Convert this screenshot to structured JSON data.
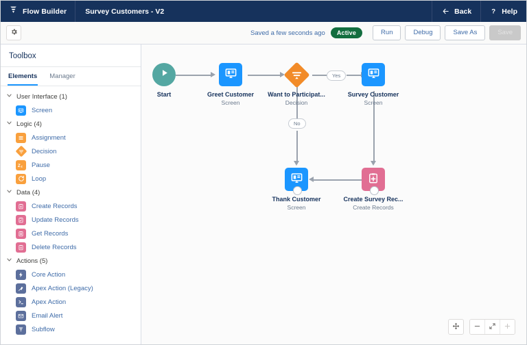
{
  "header": {
    "brand": "Flow Builder",
    "brand_icon": "flow-logo-icon",
    "flow_title": "Survey Customers - V2",
    "back_label": "Back",
    "back_icon": "arrow-left-icon",
    "help_label": "Help",
    "help_icon": "question-mark-icon",
    "bg_color": "#16325c"
  },
  "toolbar": {
    "settings_icon": "gear-icon",
    "saved_status": "Saved a few seconds ago",
    "status_badge": "Active",
    "status_badge_color": "#136e3f",
    "run_label": "Run",
    "debug_label": "Debug",
    "save_as_label": "Save As",
    "save_label": "Save",
    "save_disabled": true
  },
  "toolbox": {
    "title": "Toolbox",
    "tabs": [
      {
        "label": "Elements",
        "active": true
      },
      {
        "label": "Manager",
        "active": false
      }
    ],
    "sections": [
      {
        "title": "User Interface (1)",
        "items": [
          {
            "label": "Screen",
            "icon": "screen-icon",
            "color": "#1b96ff"
          }
        ]
      },
      {
        "title": "Logic (4)",
        "items": [
          {
            "label": "Assignment",
            "icon": "assignment-icon",
            "color": "#f9a03d"
          },
          {
            "label": "Decision",
            "icon": "decision-icon",
            "color": "#f9a03d"
          },
          {
            "label": "Pause",
            "icon": "pause-icon",
            "color": "#f9a03d"
          },
          {
            "label": "Loop",
            "icon": "loop-icon",
            "color": "#f9a03d"
          }
        ]
      },
      {
        "title": "Data (4)",
        "items": [
          {
            "label": "Create Records",
            "icon": "create-records-icon",
            "color": "#e16e93"
          },
          {
            "label": "Update Records",
            "icon": "update-records-icon",
            "color": "#e16e93"
          },
          {
            "label": "Get Records",
            "icon": "get-records-icon",
            "color": "#e16e93"
          },
          {
            "label": "Delete Records",
            "icon": "delete-records-icon",
            "color": "#e16e93"
          }
        ]
      },
      {
        "title": "Actions (5)",
        "items": [
          {
            "label": "Core Action",
            "icon": "lightning-bolt-icon",
            "color": "#5c6f9c"
          },
          {
            "label": "Apex Action (Legacy)",
            "icon": "apex-legacy-icon",
            "color": "#5c6f9c"
          },
          {
            "label": "Apex Action",
            "icon": "apex-terminal-icon",
            "color": "#5c6f9c"
          },
          {
            "label": "Email Alert",
            "icon": "envelope-icon",
            "color": "#5c6f9c"
          },
          {
            "label": "Subflow",
            "icon": "subflow-icon",
            "color": "#5c6f9c"
          }
        ]
      }
    ]
  },
  "canvas": {
    "nodes": [
      {
        "id": "start",
        "label": "Start",
        "type": "",
        "icon": "play-icon",
        "color": "#54a7a2"
      },
      {
        "id": "greet",
        "label": "Greet Customer",
        "type": "Screen",
        "icon": "screen-icon",
        "color": "#1b96ff"
      },
      {
        "id": "decision",
        "label": "Want to Participat...",
        "type": "Decision",
        "icon": "decision-icon",
        "color": "#f28b28"
      },
      {
        "id": "survey",
        "label": "Survey Customer",
        "type": "Screen",
        "icon": "screen-icon",
        "color": "#1b96ff"
      },
      {
        "id": "thank",
        "label": "Thank Customer",
        "type": "Screen",
        "icon": "screen-icon",
        "color": "#1b96ff"
      },
      {
        "id": "create",
        "label": "Create Survey Rec...",
        "type": "Create Records",
        "icon": "create-records-icon",
        "color": "#e16e93"
      }
    ],
    "connector_labels": [
      {
        "id": "yes",
        "label": "Yes"
      },
      {
        "id": "no",
        "label": "No"
      }
    ],
    "zoom_controls": [
      {
        "name": "pan-icon",
        "label": "pan"
      },
      {
        "name": "zoom-out-icon",
        "label": "zoom out"
      },
      {
        "name": "fit-to-view-icon",
        "label": "fit"
      },
      {
        "name": "zoom-in-icon",
        "label": "zoom in"
      }
    ]
  }
}
